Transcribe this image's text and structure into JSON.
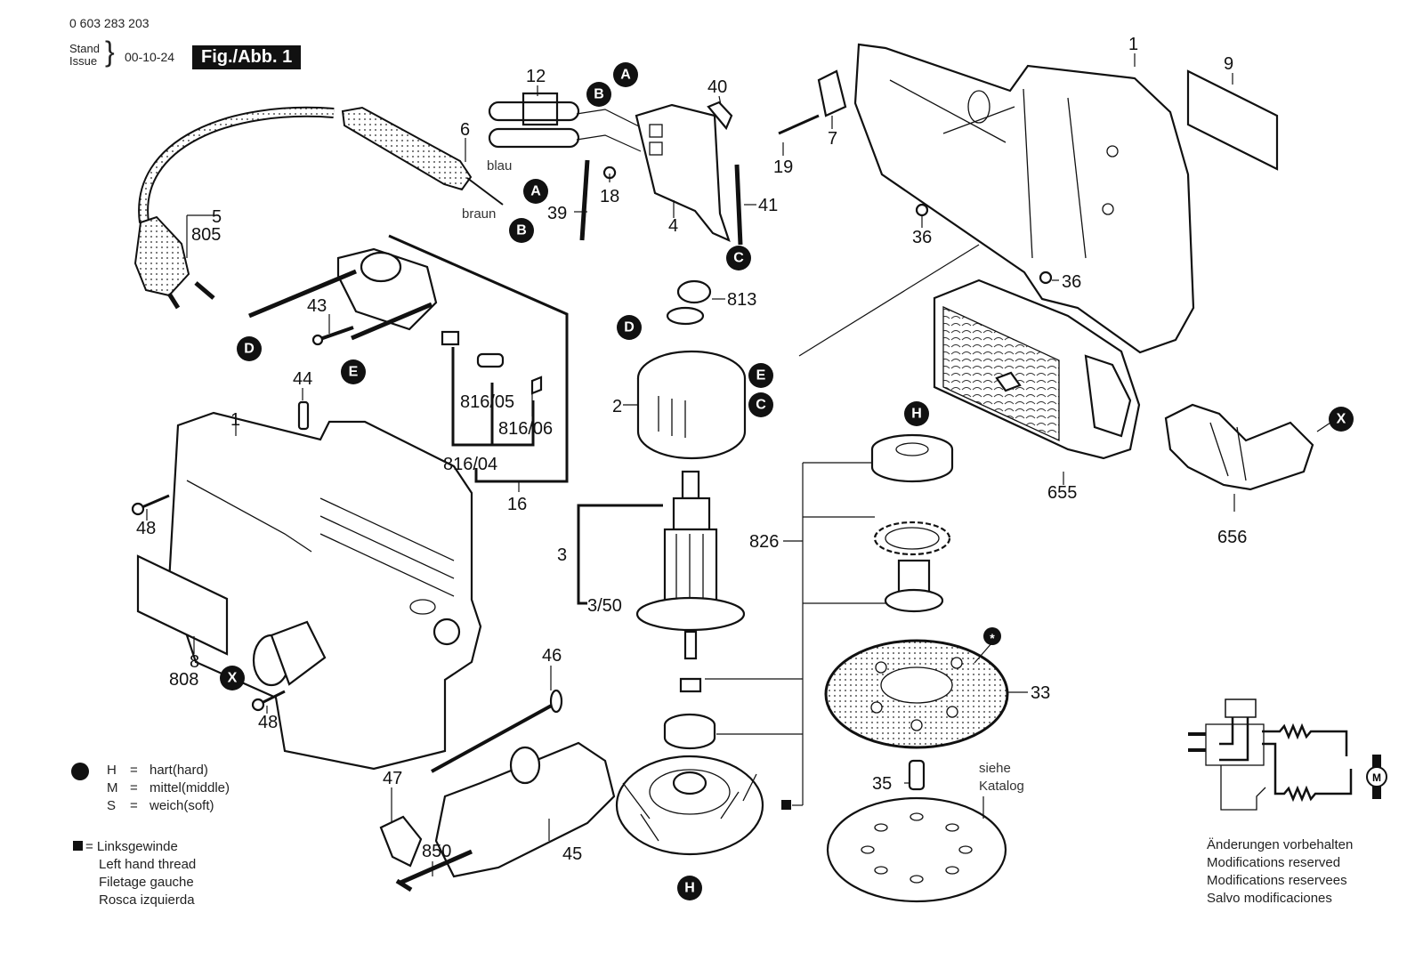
{
  "header": {
    "part_number": "0 603 283 203",
    "stand_label": "Stand",
    "issue_label": "Issue",
    "date": "00-10-24",
    "figure_label": "Fig./Abb. 1"
  },
  "legend": {
    "hardness_icon": "black-dot-icon",
    "rows": [
      {
        "code": "H",
        "eq": "=",
        "text": "hart(hard)"
      },
      {
        "code": "M",
        "eq": "=",
        "text": "mittel(middle)"
      },
      {
        "code": "S",
        "eq": "=",
        "text": "weich(soft)"
      }
    ],
    "thread_icon": "black-square-icon",
    "thread_lines": [
      "= Linksgewinde",
      "Left hand thread",
      "Filetage gauche",
      "Rosca izquierda"
    ]
  },
  "notice": {
    "lines": [
      "Änderungen vorbehalten",
      "Modifications reserved",
      "Modifications reservees",
      "Salvo modificaciones"
    ]
  },
  "wire_labels": {
    "blue": "blau",
    "brown": "braun"
  },
  "catalog_note": {
    "line1": "siehe",
    "line2": "Katalog"
  },
  "part_labels": {
    "p1_top": "1",
    "p1_left": "1",
    "p2": "2",
    "p3": "3",
    "p3_50": "3/50",
    "p4": "4",
    "p5": "5",
    "p6": "6",
    "p7": "7",
    "p8": "8",
    "p9": "9",
    "p12": "12",
    "p16": "16",
    "p18": "18",
    "p19": "19",
    "p33": "33",
    "p35": "35",
    "p36a": "36",
    "p36b": "36",
    "p39": "39",
    "p40": "40",
    "p41": "41",
    "p43": "43",
    "p44": "44",
    "p45": "45",
    "p46": "46",
    "p47": "47",
    "p48a": "48",
    "p48b": "48",
    "p655": "655",
    "p656": "656",
    "p805": "805",
    "p808": "808",
    "p813": "813",
    "p816_04": "816/04",
    "p816_05": "816/05",
    "p816_06": "816/06",
    "p826": "826",
    "p850": "850"
  },
  "connectors": {
    "A": "A",
    "B": "B",
    "C": "C",
    "D": "D",
    "E": "E",
    "H": "H",
    "X": "X",
    "star": "*"
  },
  "schematic": {
    "motor_label": "M"
  }
}
